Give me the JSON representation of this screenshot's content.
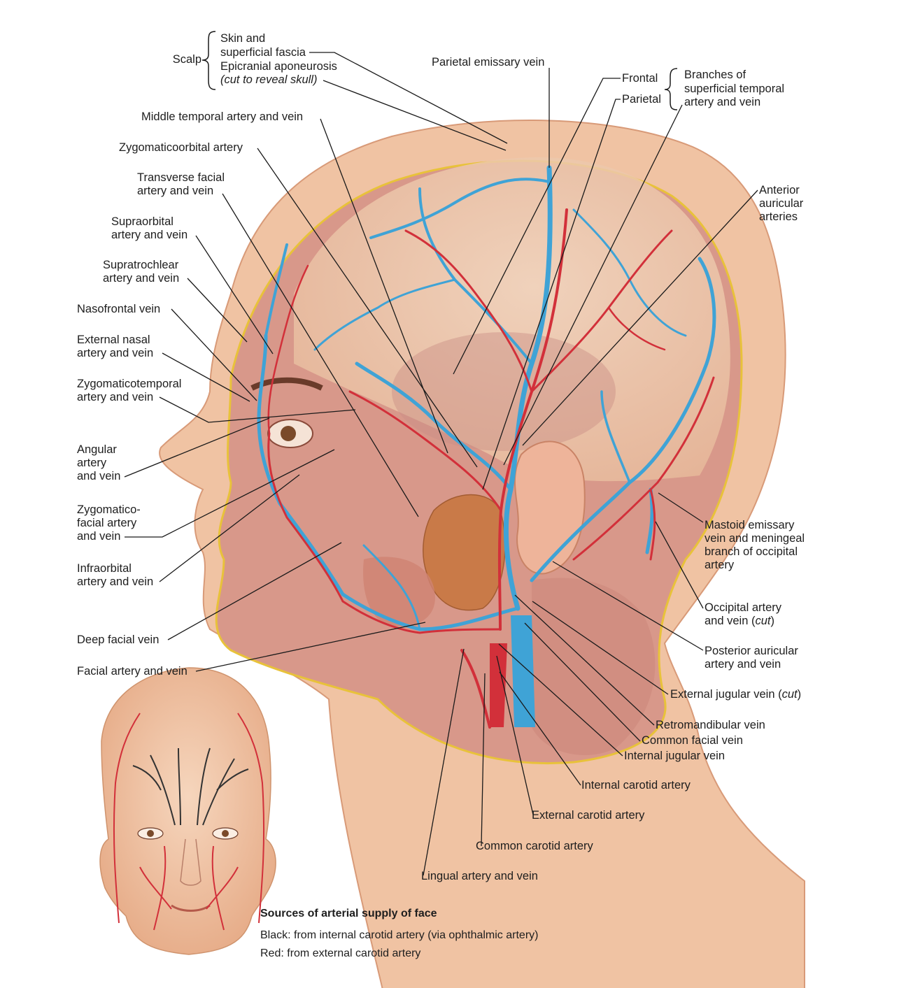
{
  "labels": {
    "scalp": "Scalp",
    "skin_fascia_1": "Skin and",
    "skin_fascia_2": "superficial fascia",
    "epicranial": "Epicranial aponeurosis",
    "cut_reveal_skull": "(cut to reveal skull)",
    "parietal_emissary": "Parietal emissary vein",
    "frontal": "Frontal",
    "parietal": "Parietal",
    "branches_1": "Branches of",
    "branches_2": "superficial temporal",
    "branches_3": "artery and vein",
    "middle_temporal": "Middle temporal artery and vein",
    "zygomaticoorbital": "Zygomaticoorbital artery",
    "transverse_facial_1": "Transverse facial",
    "transverse_facial_2": "artery and vein",
    "supraorbital_1": "Supraorbital",
    "supraorbital_2": "artery and vein",
    "supratrochlear_1": "Supratrochlear",
    "supratrochlear_2": "artery and vein",
    "nasofrontal": "Nasofrontal vein",
    "external_nasal_1": "External nasal",
    "external_nasal_2": "artery and vein",
    "zygomaticotemporal_1": "Zygomaticotemporal",
    "zygomaticotemporal_2": "artery and vein",
    "angular_1": "Angular",
    "angular_2": "artery",
    "angular_3": "and vein",
    "zygomaticofacial_1": "Zygomatico-",
    "zygomaticofacial_2": "facial artery",
    "zygomaticofacial_3": "and vein",
    "infraorbital_1": "Infraorbital",
    "infraorbital_2": "artery and vein",
    "deep_facial": "Deep facial vein",
    "facial_artery_vein": "Facial artery and vein",
    "anterior_auricular_1": "Anterior",
    "anterior_auricular_2": "auricular",
    "anterior_auricular_3": "arteries",
    "mastoid_1": "Mastoid emissary",
    "mastoid_2": "vein and meningeal",
    "mastoid_3": "branch of occipital",
    "mastoid_4": "artery",
    "occipital_1": "Occipital artery",
    "occipital_2": "and vein (",
    "occipital_cut": "cut",
    "occipital_close": ")",
    "posterior_auricular_1": "Posterior auricular",
    "posterior_auricular_2": "artery and vein",
    "external_jugular": "External jugular vein (",
    "external_jugular_cut": "cut",
    "external_jugular_close": ")",
    "retromandibular": "Retromandibular vein",
    "common_facial": "Common facial vein",
    "internal_jugular": "Internal jugular vein",
    "internal_carotid": "Internal carotid artery",
    "external_carotid": "External carotid artery",
    "common_carotid": "Common carotid artery",
    "lingual": "Lingual artery and vein"
  },
  "caption": {
    "title": "Sources of arterial supply of face",
    "line1": "Black: from internal carotid artery (via ophthalmic artery)",
    "line2": "Red: from external carotid artery"
  },
  "colors": {
    "skin": "#f2c7a8",
    "skin_dark": "#e3a582",
    "muscle": "#d99184",
    "artery": "#d2303a",
    "vein": "#3fa3d6",
    "fascia_edge": "#e8c23a",
    "ic_branch": "#333333",
    "leader": "#1a1a1a"
  }
}
